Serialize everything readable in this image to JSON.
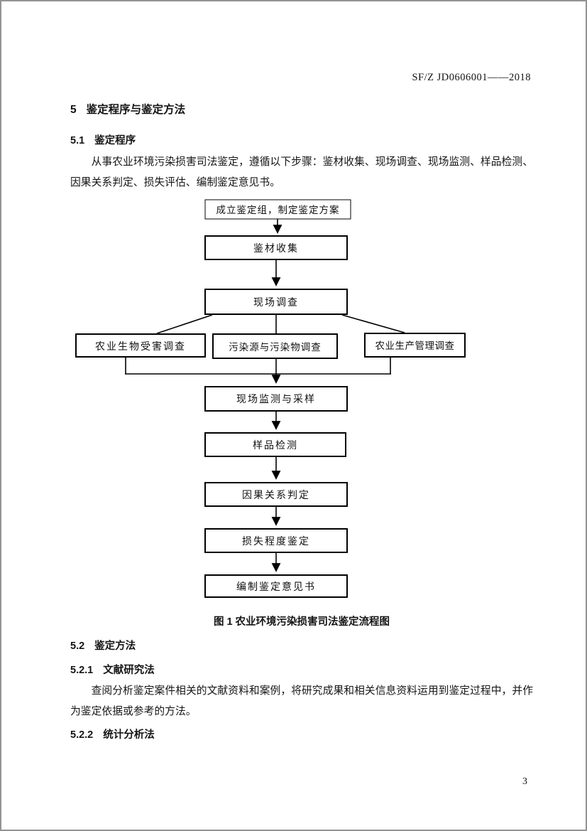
{
  "header": {
    "doc_number": "SF/Z JD0606001——2018"
  },
  "headings": {
    "s5": {
      "num": "5",
      "title": "鉴定程序与鉴定方法"
    },
    "s5_1": {
      "num": "5.1",
      "title": "鉴定程序"
    },
    "s5_2": {
      "num": "5.2",
      "title": "鉴定方法"
    },
    "s5_2_1": {
      "num": "5.2.1",
      "title": "文献研究法"
    },
    "s5_2_2": {
      "num": "5.2.2",
      "title": "统计分析法"
    }
  },
  "paragraphs": {
    "procedure": "从事农业环境污染损害司法鉴定，遵循以下步骤：鉴材收集、现场调查、现场监测、样品检测、因果关系判定、损失评估、编制鉴定意见书。",
    "literature": "查阅分析鉴定案件相关的文献资料和案例，将研究成果和相关信息资料运用到鉴定过程中，并作为鉴定依据或参考的方法。"
  },
  "figure": {
    "caption": "图 1 农业环境污染损害司法鉴定流程图",
    "nodes": {
      "start": "成立鉴定组，制定鉴定方案",
      "collect": "鉴材收集",
      "survey": "现场调查",
      "bio": "农业生物受害调查",
      "pollution": "污染源与污染物调查",
      "management": "农业生产管理调查",
      "monitor": "现场监测与采样",
      "test": "样品检测",
      "causal": "因果关系判定",
      "loss": "损失程度鉴定",
      "report": "编制鉴定意见书"
    }
  },
  "footer": {
    "page_number": "3"
  }
}
